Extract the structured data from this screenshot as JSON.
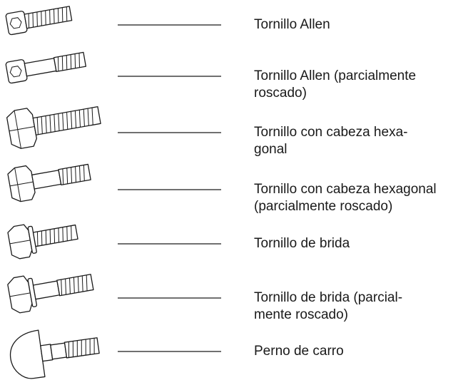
{
  "fasteners": [
    {
      "icon": "allen-screw-icon",
      "label": "Tornillo Allen"
    },
    {
      "icon": "allen-screw-partial-thread-icon",
      "label": "Tornillo Allen (parcialmente\nroscado)"
    },
    {
      "icon": "hex-head-screw-icon",
      "label": "Tornillo con cabeza hexa-\ngonal"
    },
    {
      "icon": "hex-head-screw-partial-thread-icon",
      "label": "Tornillo con cabeza hexagonal\n(parcialmente roscado)"
    },
    {
      "icon": "flange-screw-icon",
      "label": "Tornillo de brida"
    },
    {
      "icon": "flange-screw-partial-thread-icon",
      "label": "Tornillo de brida (parcial-\nmente roscado)"
    },
    {
      "icon": "carriage-bolt-icon",
      "label": "Perno de carro"
    }
  ]
}
